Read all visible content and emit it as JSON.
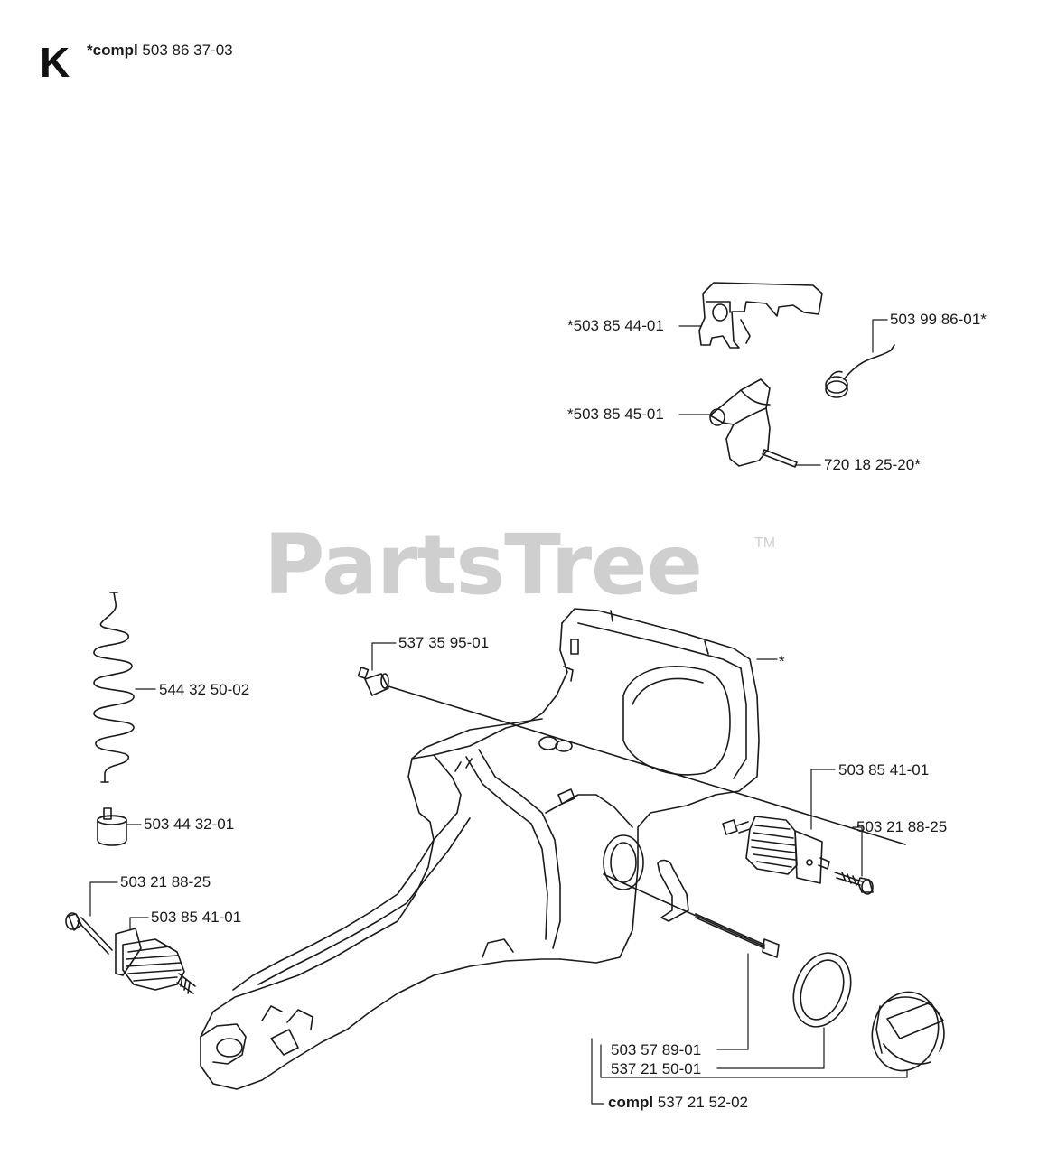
{
  "header": {
    "section_letter": "K",
    "assembly_prefix": "*compl",
    "assembly_number": "503 86 37-03"
  },
  "watermark": {
    "brand": "PartsTree",
    "trademark": "TM"
  },
  "callouts": [
    {
      "id": "throttle-lever",
      "text": "*503 85 44-01"
    },
    {
      "id": "torsion-spring",
      "text": "503 99 86-01*"
    },
    {
      "id": "throttle-lockout",
      "text": "*503 85 45-01"
    },
    {
      "id": "spring-pin",
      "text": "720 18 25-20*"
    },
    {
      "id": "fuel-filter-top",
      "text": "537 35 95-01"
    },
    {
      "id": "fuel-hose",
      "text": "544 32 50-02"
    },
    {
      "id": "handle-asterisk",
      "text": "*"
    },
    {
      "id": "fuel-filter-left",
      "text": "503 44 32-01"
    },
    {
      "id": "av-spring-right",
      "text": "503 85 41-01"
    },
    {
      "id": "screw-right",
      "text": "503 21 88-25"
    },
    {
      "id": "screw-left",
      "text": "503 21 88-25"
    },
    {
      "id": "av-spring-left",
      "text": "503 85 41-01"
    },
    {
      "id": "cap-strap",
      "text": "503 57 89-01"
    },
    {
      "id": "cap-gasket",
      "text": "537 21 50-01"
    }
  ],
  "compl_callout": {
    "prefix": "compl",
    "number": "537 21 52-02"
  },
  "colors": {
    "line": "#1a1a1a",
    "watermark": "#cfcfcf",
    "background": "#ffffff"
  }
}
